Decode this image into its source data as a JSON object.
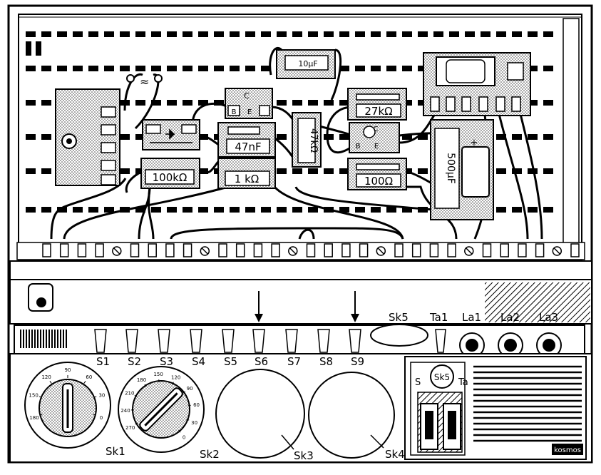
{
  "components": {
    "top_cap": "10µF",
    "c47n": "47nF",
    "r27k": "27kΩ",
    "r100k": "100kΩ",
    "r1k": "1 kΩ",
    "r100": "100Ω",
    "r47k": "47kΩ",
    "big_cap": "500µF",
    "trans_c": "C",
    "trans_b": "B",
    "trans_e": "E",
    "plus_rail": "+",
    "cap_plus": "+"
  },
  "switches": {
    "labels": [
      "S1",
      "S2",
      "S3",
      "S4",
      "S5",
      "S6",
      "S7",
      "S8",
      "S9"
    ],
    "sk5": "Sk5",
    "ta1": "Ta1",
    "la1": "La1",
    "la2": "La2",
    "la3": "La3"
  },
  "dials": {
    "sk1": "Sk1",
    "sk2": "Sk2",
    "sk3": "Sk3",
    "sk4": "Sk4",
    "sk1_ticks": [
      "180",
      "150",
      "120",
      "90",
      "60",
      "30",
      "0"
    ],
    "sk2_ticks": [
      "270",
      "240",
      "210",
      "180",
      "150",
      "120",
      "90",
      "60",
      "30",
      "0"
    ]
  },
  "panel": {
    "s": "S",
    "sk5_badge": "Sk5",
    "ta": "Ta",
    "brand": "kosmos"
  }
}
